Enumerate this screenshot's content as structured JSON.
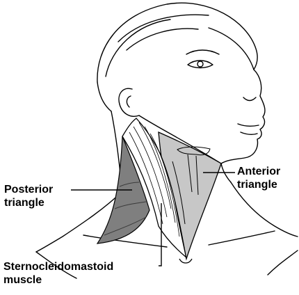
{
  "labels": {
    "posterior": {
      "line1": "Posterior",
      "line2": "triangle"
    },
    "anterior": {
      "line1": "Anterior",
      "line2": "triangle"
    },
    "sternocleidomastoid": {
      "line1": "Sternocleidomastoid",
      "line2": "muscle"
    }
  },
  "colors": {
    "posterior_triangle_fill": "#7f7f7f",
    "anterior_triangle_fill": "#c7c7c7",
    "outline": "#000000",
    "skin": "#ffffff"
  }
}
